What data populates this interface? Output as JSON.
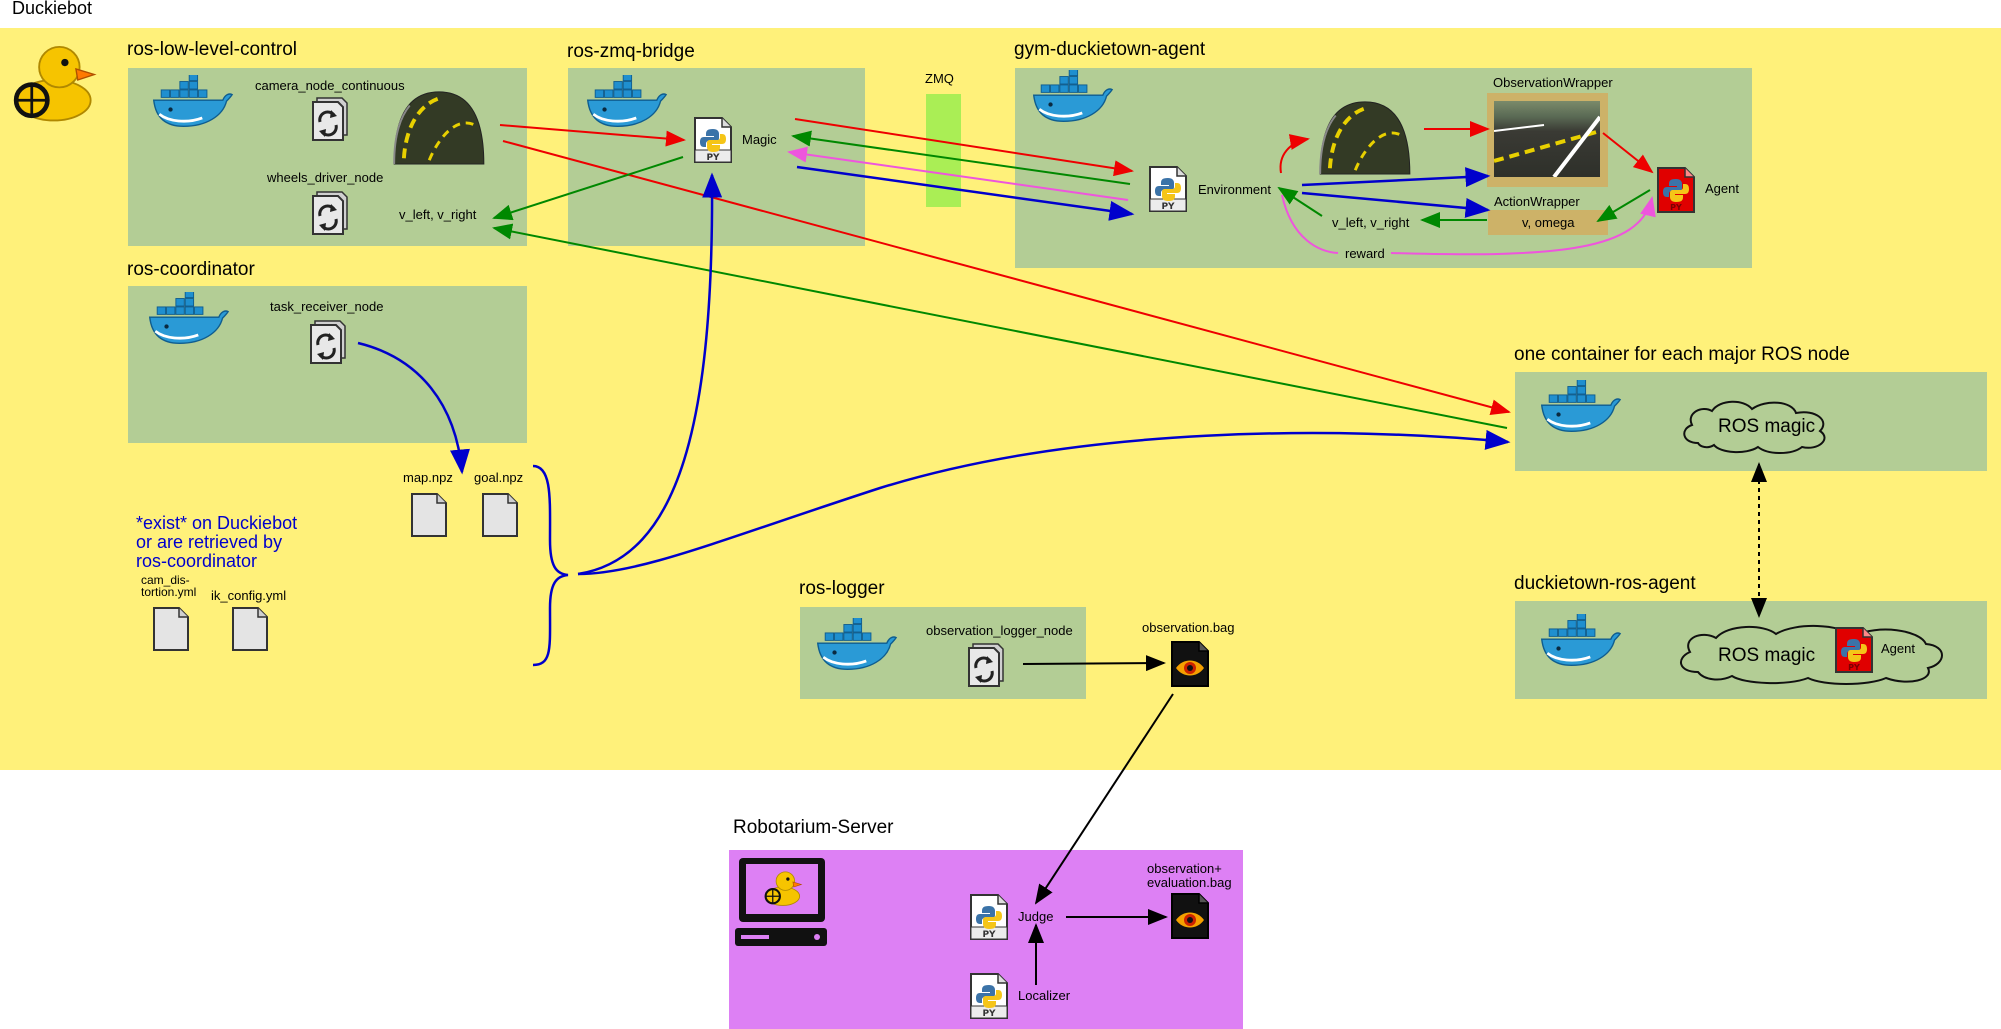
{
  "page_title": "Duckiebot",
  "server_title": "Robotarium-Server",
  "containers": {
    "low_level": {
      "title": "ros-low-level-control",
      "camera_node": "camera_node_continuous",
      "wheels_node": "wheels_driver_node",
      "wheels_signal": "v_left, v_right"
    },
    "zmq_bridge": {
      "title": "ros-zmq-bridge",
      "magic": "Magic"
    },
    "zmq": {
      "label": "ZMQ"
    },
    "gym_agent": {
      "title": "gym-duckietown-agent",
      "environment": "Environment",
      "obs_wrapper": "ObservationWrapper",
      "action_wrapper": "ActionWrapper",
      "action_value": "v, omega",
      "wheels_signal": "v_left, v_right",
      "reward": "reward",
      "agent": "Agent"
    },
    "coordinator": {
      "title": "ros-coordinator",
      "task_node": "task_receiver_node"
    },
    "one_container": {
      "title": "one container for each major ROS node",
      "cloud": "ROS magic"
    },
    "ros_agent": {
      "title": "duckietown-ros-agent",
      "cloud": "ROS magic",
      "agent": "Agent"
    },
    "logger": {
      "title": "ros-logger",
      "node": "observation_logger_node",
      "bag": "observation.bag"
    }
  },
  "files": {
    "map": "map.npz",
    "goal": "goal.npz",
    "cam_line1": "cam_dis-",
    "cam_line2": "tortion.yml",
    "ik": "ik_config.yml"
  },
  "note": {
    "line1": "*exist* on Duckiebot",
    "line2": "or are retrieved by",
    "line3": "ros-coordinator"
  },
  "server": {
    "judge": "Judge",
    "localizer": "Localizer",
    "eval_line1": "observation+",
    "eval_line2": "evaluation.bag"
  },
  "colors": {
    "duckiebot_bg": "#fff17a",
    "container": "#b3cd95",
    "server_bg": "#dd80f4",
    "zmq": "#aaee55",
    "wrapper": "#cdb268",
    "red": "#ee0000",
    "green": "#008800",
    "blue": "#0000cc",
    "pink": "#ee55dd"
  }
}
